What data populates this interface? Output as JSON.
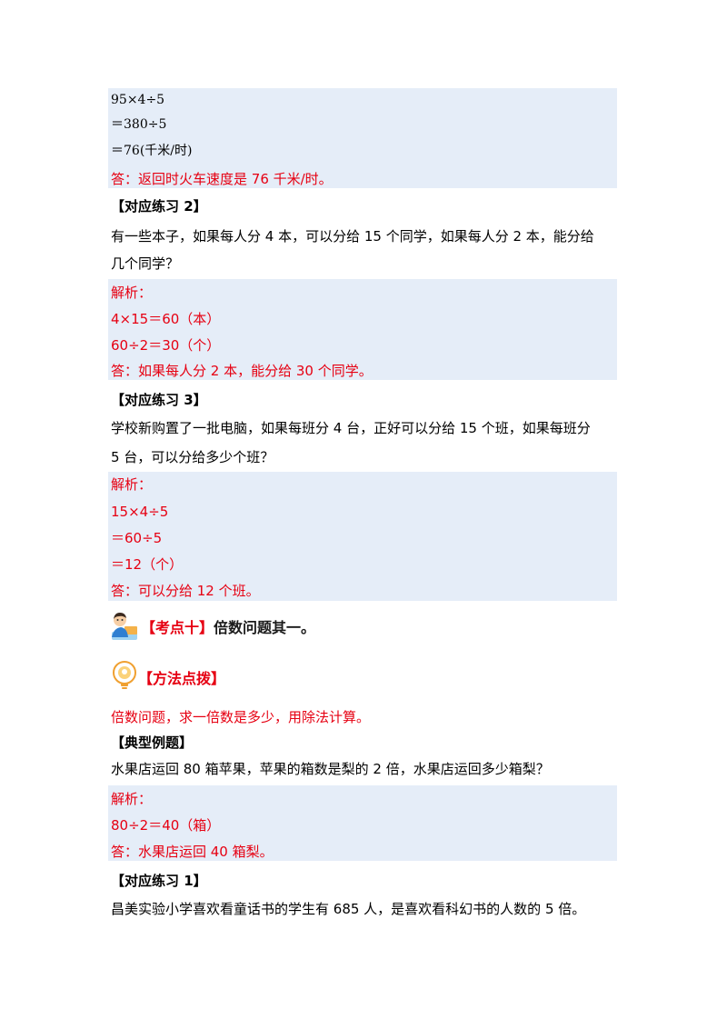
{
  "block1": {
    "lines": [
      "95×4÷5",
      "＝380÷5",
      "＝76(千米/时)"
    ],
    "answer": "答：返回时火车速度是 76 千米/时。"
  },
  "practice2": {
    "heading": "【对应练习 2】",
    "q_line1": "有一些本子，如果每人分 4 本，可以分给 15 个同学，如果每人分 2 本，能分给",
    "q_line2": "几个同学？",
    "sol": [
      "解析：",
      "4×15＝60（本）",
      "60÷2＝30（个）",
      "答：如果每人分 2 本，能分给 30 个同学。"
    ]
  },
  "practice3": {
    "heading": "【对应练习 3】",
    "q_line1": "学校新购置了一批电脑，如果每班分 4 台，正好可以分给 15 个班，如果每班分",
    "q_line2": "5 台，可以分给多少个班？",
    "sol": [
      "解析：",
      "15×4÷5",
      "＝60÷5",
      "＝12（个）",
      "答：可以分给 12 个班。"
    ]
  },
  "section": {
    "bracket": "【考点十】",
    "title": "倍数问题其一。",
    "method_label": "【方法点拨】",
    "method_text": "倍数问题，求一倍数是多少，用除法计算。"
  },
  "example": {
    "heading": "【典型例题】",
    "question": "水果店运回 80 箱苹果，苹果的箱数是梨的 2 倍，水果店运回多少箱梨？",
    "sol": [
      "解析：",
      "80÷2＝40（箱）",
      "答：水果店运回 40 箱梨。"
    ]
  },
  "practice1": {
    "heading": "【对应练习 1】",
    "question": "昌美实验小学喜欢看童话书的学生有 685 人，是喜欢看科幻书的人数的 5 倍。"
  },
  "icons": {
    "teacher": "teacher-icon",
    "bulb": "lightbulb-icon"
  },
  "colors": {
    "highlight_bg": "#e5edf8",
    "answer_red": "#e60012"
  }
}
